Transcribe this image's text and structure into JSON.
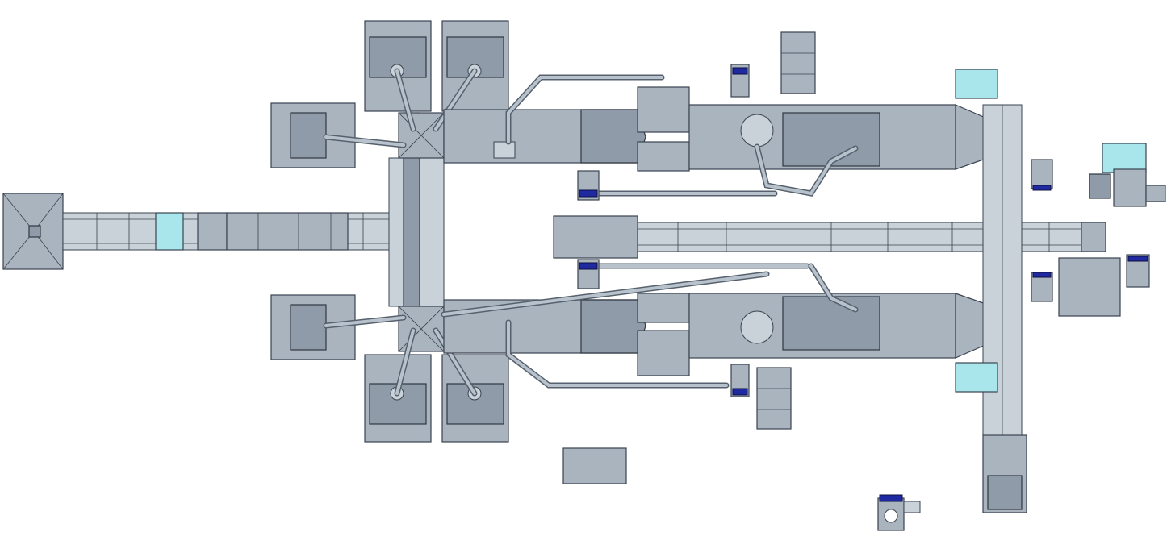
{
  "diagram": {
    "kind": "plant-layout-top-view",
    "colors": {
      "equipment": "#a9b4bf",
      "equipment_dark": "#8f9ba8",
      "equipment_light": "#c9d1d9",
      "highlight": "#a8e6ec",
      "outline": "#3b4450",
      "pipe": "#56616d",
      "motor": "#1f2aa0",
      "background": "#ffffff"
    },
    "components": [
      "feed-hopper-left",
      "main-belt-conveyor",
      "left-inlet-frame",
      "upper-bins",
      "lower-bins",
      "upper-process-line",
      "lower-process-line",
      "central-conveyor",
      "upper-dryer-drum",
      "lower-dryer-drum",
      "vertical-elevator-right",
      "cyclone-fan-right",
      "control-panel-box",
      "blower-unit-bottom"
    ]
  }
}
